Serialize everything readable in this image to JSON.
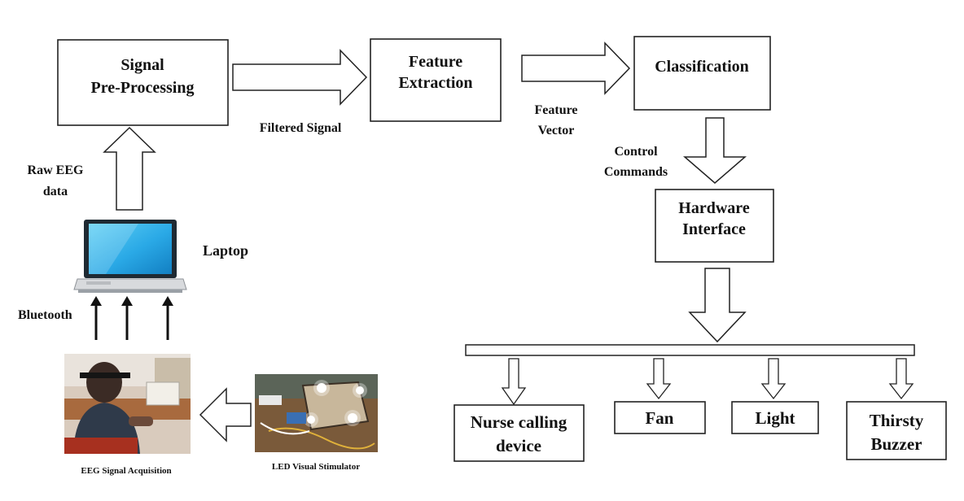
{
  "blocks": {
    "signal_preprocessing": [
      "Signal",
      "Pre-Processing"
    ],
    "feature_extraction": [
      "Feature",
      "Extraction"
    ],
    "classification": [
      "Classification"
    ],
    "hardware_interface": [
      "Hardware",
      "Interface"
    ]
  },
  "labels": {
    "filtered_signal": "Filtered Signal",
    "feature_vector": [
      "Feature",
      "Vector"
    ],
    "control_commands": [
      "Control",
      "Commands"
    ],
    "raw_eeg": [
      "Raw EEG",
      "data"
    ],
    "laptop": "Laptop",
    "bluetooth": "Bluetooth"
  },
  "outputs": {
    "nurse": [
      "Nurse calling",
      "device"
    ],
    "fan": [
      "Fan"
    ],
    "light": [
      "Light"
    ],
    "thirsty": [
      "Thirsty",
      "Buzzer"
    ]
  },
  "photos": {
    "eeg_caption": "EEG Signal Acquisition",
    "led_caption": "LED Visual Stimulator"
  },
  "icons": {
    "laptop": "laptop-icon",
    "eeg_photo": "eeg-acquisition-photo",
    "led_photo": "led-stimulator-photo"
  }
}
